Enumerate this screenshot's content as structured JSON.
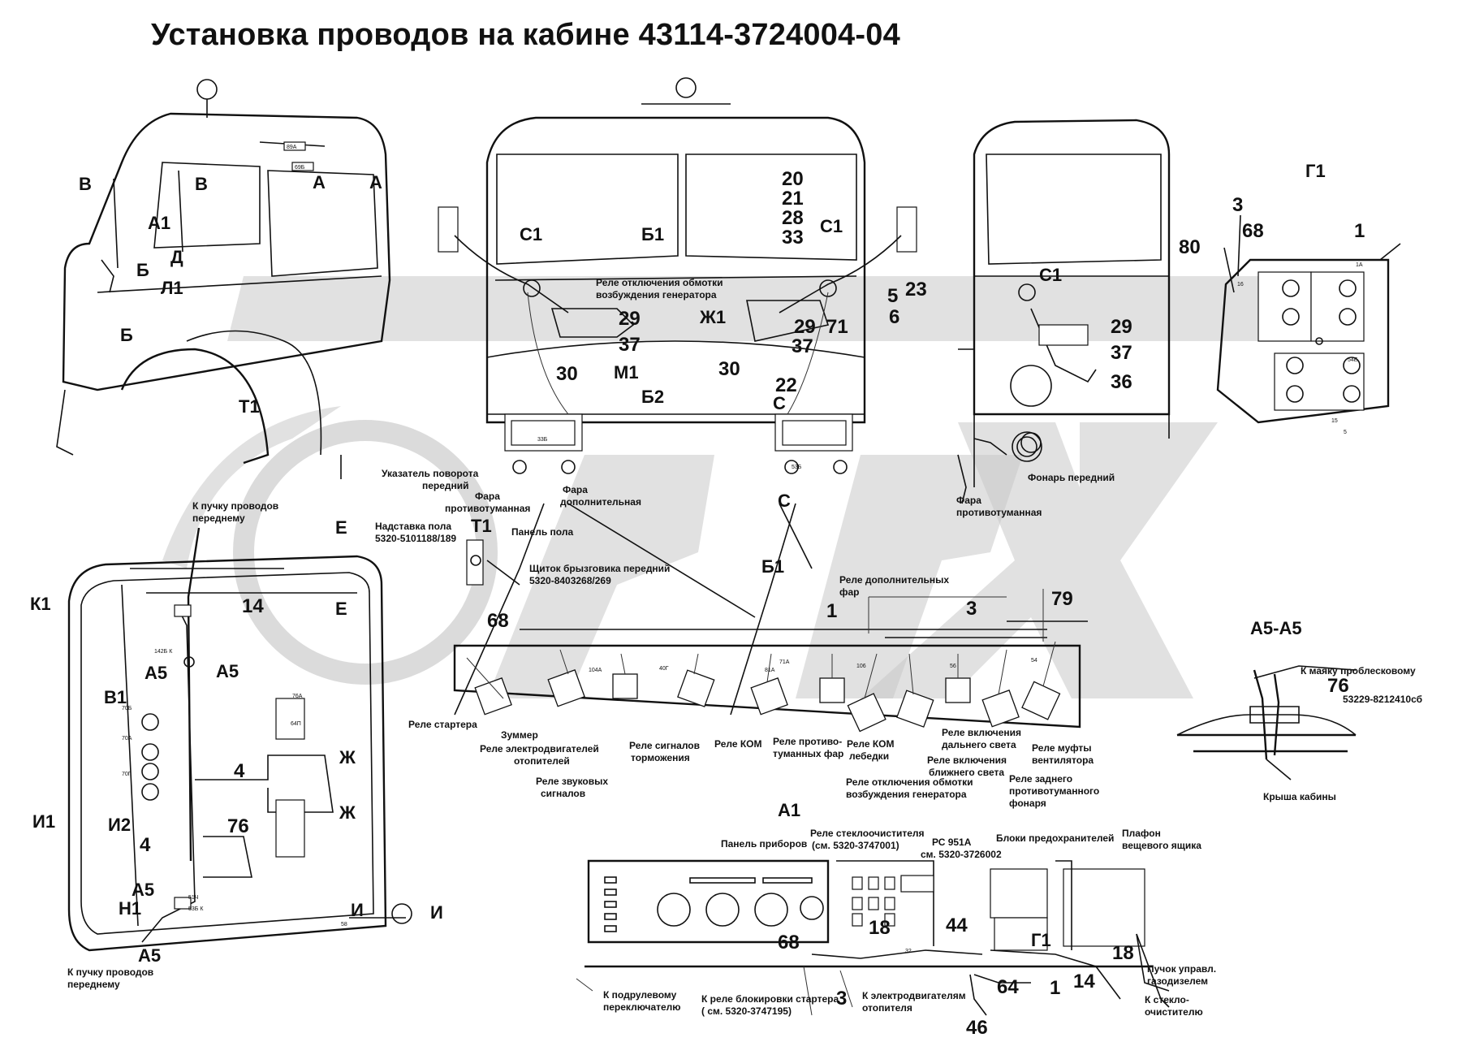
{
  "title": "Установка проводов на кабине 43114-3724004-04",
  "watermark": "OPTIX",
  "section_letters": {
    "v": "В",
    "a": "А",
    "a1": "А1",
    "b": "Б",
    "d": "Д",
    "l1": "Л1",
    "t1": "Т1",
    "c1": "С1",
    "b1": "Б1",
    "m1": "М1",
    "b2": "Б2",
    "c": "С",
    "zh1": "Ж1",
    "g1": "Г1",
    "k1": "К1",
    "e": "Е",
    "a5": "А5",
    "v1": "В1",
    "i1": "И1",
    "i2": "И2",
    "n1": "Н1",
    "i": "И",
    "zh": "Ж",
    "a5a5": "А5-А5"
  },
  "numbers": {
    "n20": "20",
    "n21": "21",
    "n28": "28",
    "n33": "33",
    "n5": "5",
    "n23": "23",
    "n6": "6",
    "n29": "29",
    "n37": "37",
    "n30": "30",
    "n71": "71",
    "n22": "22",
    "n36": "36",
    "n3": "3",
    "n68": "68",
    "n80": "80",
    "n1": "1",
    "n14": "14",
    "n79": "79",
    "n4": "4",
    "n76": "76",
    "n18": "18",
    "n44": "44",
    "n64": "64",
    "n46": "46"
  },
  "callouts": {
    "rele_otkl": "Реле отключения обмотки",
    "rele_otkl2": "возбуждения генератора",
    "ukaz_pov": "Указатель поворота",
    "ukaz_pov2": "передний",
    "fara_prot": "Фара",
    "fara_prot2": "противотуманная",
    "fara_dop": "Фара",
    "fara_dop2": "дополнительная",
    "fonar_per": "Фонарь передний",
    "fara_prot_r": "Фара",
    "fara_prot_r2": "противотуманная",
    "k_puchku_top": "К пучку проводов",
    "k_puchku_top2": "переднему",
    "nadstavka": "Надставка пола",
    "nadstavka2": "5320-5101188/189",
    "panel_pola": "Панель пола",
    "shchitok": "Щиток брызговика передний",
    "shchitok2": "5320-8403268/269",
    "rele_dop_far": "Реле дополнительных",
    "rele_dop_far2": "фар",
    "rele_startera": "Реле стартера",
    "zummer": "Зуммер",
    "rele_elektrodv": "Реле электродвигателей",
    "rele_elektrodv2": "отопителей",
    "rele_zvuk": "Реле звуковых",
    "rele_zvuk2": "сигналов",
    "rele_sign_torm": "Реле сигналов",
    "rele_sign_torm2": "торможения",
    "rele_kom": "Реле КОМ",
    "rele_prot_far": "Реле противо-",
    "rele_prot_far2": "туманных фар",
    "rele_kom_leb": "Реле КОМ",
    "rele_kom_leb2": "лебедки",
    "rele_dalnego": "Реле включения",
    "rele_dalnego2": "дальнего света",
    "rele_blizhnego": "Реле включения",
    "rele_blizhnego2": "ближнего света",
    "rele_otkl_gen": "Реле отключения обмотки",
    "rele_otkl_gen2": "возбуждения генератора",
    "rele_muft": "Реле муфты",
    "rele_muft2": "вентилятора",
    "rele_zadn": "Реле заднего",
    "rele_zadn2": "противотуманного",
    "rele_zadn3": "фонаря",
    "k_mayaku": "К маяку проблесковому",
    "k_mayaku_code": "53229-8212410сб",
    "krysha": "Крыша кабины",
    "panel_prib": "Панель приборов",
    "rele_steklo": "Реле стеклоочистителя",
    "rele_steklo2": "(см. 5320-3747001)",
    "rs951": "РС 951А",
    "rs951b": "см. 5320-3726002",
    "bloki_pred": "Блоки предохранителей",
    "plafon": "Плафон",
    "plafon2": "вещевого ящика",
    "k_pod": "К подрулевому",
    "k_pod2": "переключателю",
    "k_rele_blok": "К реле блокировки стартера",
    "k_rele_blok2": "( см. 5320-3747195)",
    "k_elektrodv": "К электродвигателям",
    "k_elektrodv2": "отопителя",
    "puchok_upr": "Пучок управл.",
    "puchok_upr2": "газодизелем",
    "k_steklo": "К стекло-",
    "k_steklo2": "очистителю",
    "k_puchku_bot": "К пучку проводов",
    "k_puchku_bot2": "переднему"
  },
  "wire_tags": {
    "t89a": "89А",
    "t69b": "69Б",
    "t33b": "33Б",
    "t53b": "53Б",
    "t142bk": "142Б К",
    "t70b": "70Б",
    "t70a": "70А",
    "t70g": "70Г",
    "t76a": "76А",
    "t64p": "64П",
    "t51ch": "51Ч",
    "t53bk": "53Б К",
    "t58": "58",
    "t81a": "81А",
    "t104a": "104А",
    "t40g": "40Г",
    "t71a": "71А",
    "t106": "106",
    "t56": "56",
    "t54": "54",
    "t15": "15",
    "t16": "16",
    "t32": "32",
    "t54e": "54Е",
    "t1a": "1А",
    "t5": "5"
  }
}
